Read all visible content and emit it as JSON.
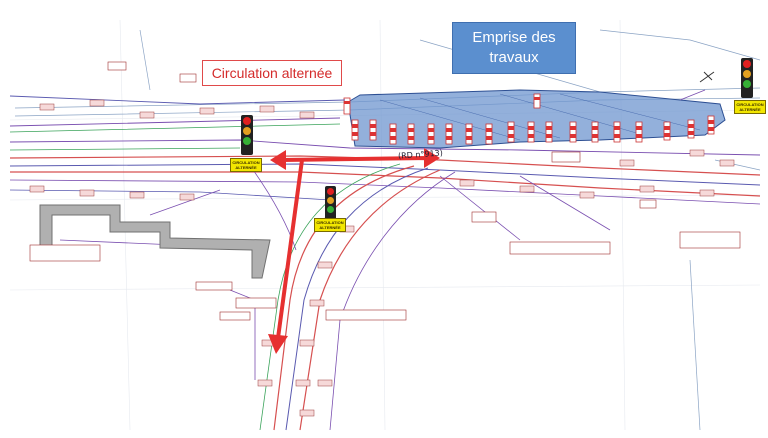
{
  "labels": {
    "circulation": "Circulation alternée",
    "emprise_line1": "Emprise des",
    "emprise_line2": "travaux"
  },
  "signs": [
    {
      "line1": "CIRCULATION",
      "line2": "ALTERNÉE"
    },
    {
      "line1": "CIRCULATION",
      "line2": "ALTERNÉE"
    },
    {
      "line1": "CIRCULATION",
      "line2": "ALTERNÉE"
    }
  ],
  "road": {
    "name": "(RD n°913)"
  },
  "colors": {
    "work_zone": "#6f95cf",
    "arrow": "#e63030",
    "emprise_box": "#5b8fcf",
    "sign_yellow": "#f2e600",
    "road_edge": "#d65050",
    "network_purple": "#7a4fb0",
    "network_green": "#3aa35a",
    "building_grey": "#9a9a9a"
  },
  "icons": [
    "traffic-light-icon",
    "double-arrow-icon",
    "barrier-icon",
    "north-arrow-icon"
  ]
}
